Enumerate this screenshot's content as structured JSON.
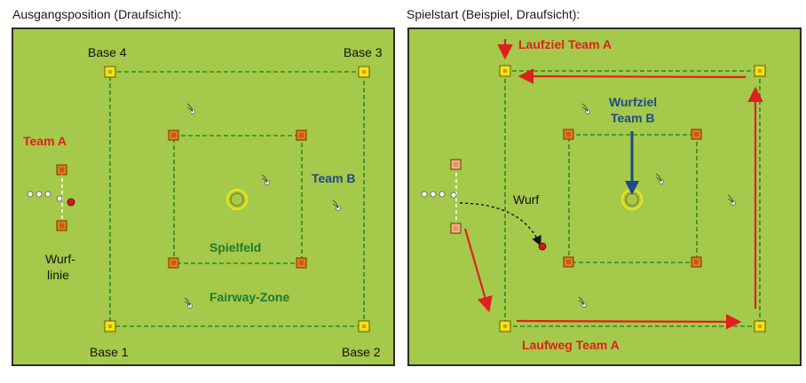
{
  "colors": {
    "field_green": "#a5c94a",
    "dashed_line": "#2d8a2d",
    "base_yellow": "#f3e11a",
    "base_orange": "#e8781a",
    "red": "#e0201e",
    "blue": "#1c4a8c",
    "green_text": "#217a2a"
  },
  "left": {
    "caption": "Ausgangsposition (Draufsicht):",
    "base1": "Base 1",
    "base2": "Base 2",
    "base3": "Base 3",
    "base4": "Base 4",
    "team_a": "Team A",
    "team_b": "Team B",
    "wurflinie_1": "Wurf-",
    "wurflinie_2": "linie",
    "spielfeld": "Spielfeld",
    "fairway": "Fairway-Zone"
  },
  "right": {
    "caption": "Spielstart (Beispiel, Draufsicht):",
    "laufziel": "Laufziel Team A",
    "wurfziel_1": "Wurfziel",
    "wurfziel_2": "Team B",
    "wurf": "Wurf",
    "laufweg": "Laufweg Team A"
  }
}
